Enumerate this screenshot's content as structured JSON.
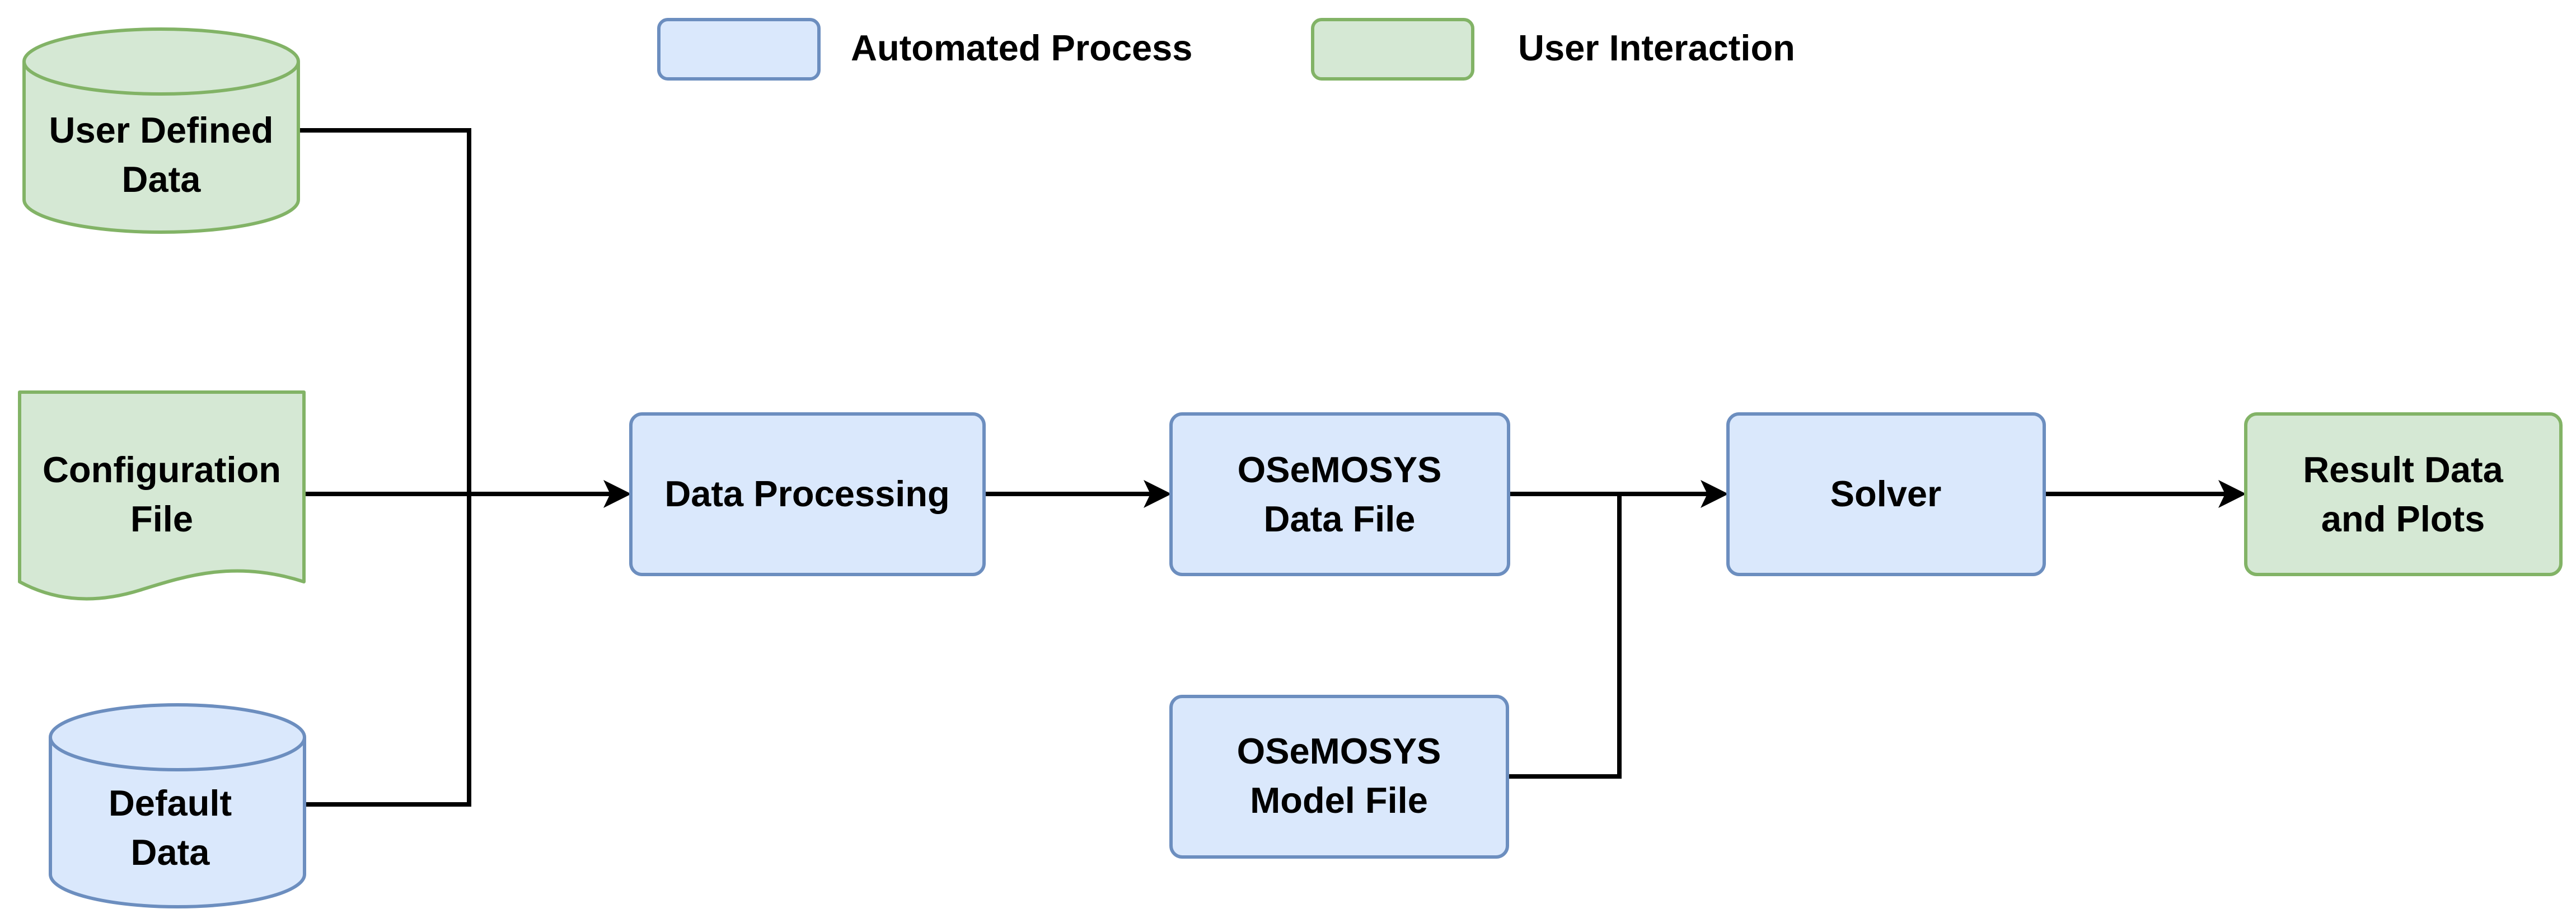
{
  "colors": {
    "automated_fill": "#dae8fc",
    "automated_stroke": "#6c8ebf",
    "user_fill": "#d5e8d4",
    "user_stroke": "#82b366",
    "edge": "#000000"
  },
  "legend": {
    "automated": {
      "label": "Automated Process"
    },
    "user": {
      "label": "User Interaction"
    }
  },
  "nodes": {
    "user_defined_data": {
      "line1": "User Defined",
      "line2": "Data",
      "category": "user",
      "shape": "cylinder"
    },
    "configuration_file": {
      "line1": "Configuration",
      "line2": "File",
      "category": "user",
      "shape": "document"
    },
    "default_data": {
      "line1": "Default",
      "line2": "Data",
      "category": "automated",
      "shape": "cylinder"
    },
    "data_processing": {
      "label": "Data Processing",
      "category": "automated",
      "shape": "rounded-rect"
    },
    "osemosys_data_file": {
      "line1": "OSeMOSYS",
      "line2": "Data File",
      "category": "automated",
      "shape": "rounded-rect"
    },
    "osemosys_model_file": {
      "line1": "OSeMOSYS",
      "line2": "Model File",
      "category": "automated",
      "shape": "rounded-rect"
    },
    "solver": {
      "label": "Solver",
      "category": "automated",
      "shape": "rounded-rect"
    },
    "result_data_and_plots": {
      "line1": "Result Data",
      "line2": "and Plots",
      "category": "user",
      "shape": "rounded-rect"
    }
  },
  "edges": [
    {
      "from": "user_defined_data",
      "to": "data_processing"
    },
    {
      "from": "configuration_file",
      "to": "data_processing"
    },
    {
      "from": "default_data",
      "to": "data_processing"
    },
    {
      "from": "data_processing",
      "to": "osemosys_data_file"
    },
    {
      "from": "osemosys_data_file",
      "to": "solver"
    },
    {
      "from": "osemosys_model_file",
      "to": "solver"
    },
    {
      "from": "solver",
      "to": "result_data_and_plots"
    }
  ]
}
